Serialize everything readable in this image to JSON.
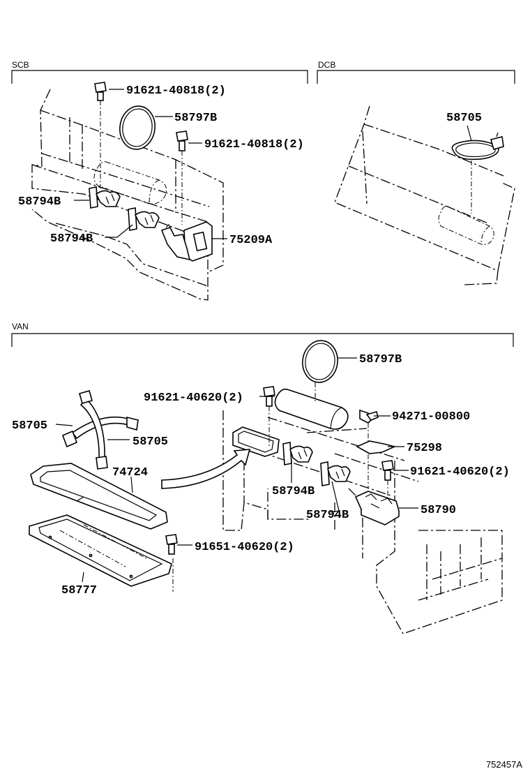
{
  "sections": {
    "scb": "SCB",
    "dcb": "DCB",
    "van": "VAN"
  },
  "scb_parts": {
    "bolt_top": "91621-40818(2)",
    "ring": "58797B",
    "bolt_mid": "91621-40818(2)",
    "bracket_left": "58794B",
    "bracket_lower": "58794B",
    "holder": "75209A"
  },
  "dcb_parts": {
    "strap": "58705"
  },
  "van_parts": {
    "ring": "58797B",
    "bolt_clip": "91621-40620(2)",
    "wing_nut": "94271-00800",
    "strap_left": "58705",
    "strap_right": "58705",
    "plate": "75298",
    "bolt_holder": "91621-40620(2)",
    "frame_top": "74724",
    "bracket_a": "58794B",
    "holder": "58790",
    "bracket_b": "58794B",
    "bolt_tray": "91651-40620(2)",
    "tray": "58777"
  },
  "figure_ref": "752457A"
}
